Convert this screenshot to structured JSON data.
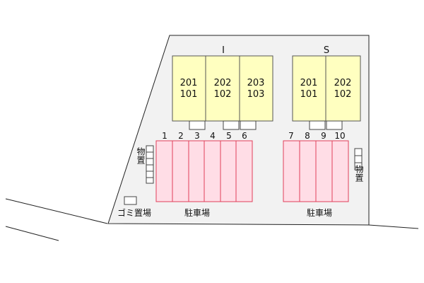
{
  "buildings": [
    {
      "name": "I",
      "units": [
        {
          "upper": "201",
          "lower": "101"
        },
        {
          "upper": "202",
          "lower": "102"
        },
        {
          "upper": "203",
          "lower": "103"
        }
      ]
    },
    {
      "name": "S",
      "units": [
        {
          "upper": "201",
          "lower": "101"
        },
        {
          "upper": "202",
          "lower": "102"
        }
      ]
    }
  ],
  "parking": {
    "left": {
      "label": "駐車場",
      "spaces": [
        "1",
        "2",
        "3",
        "4",
        "5",
        "6"
      ]
    },
    "right": {
      "label": "駐車場",
      "spaces": [
        "7",
        "8",
        "9",
        "10"
      ]
    }
  },
  "storage": {
    "left_label": "物置",
    "right_label": "物置"
  },
  "garbage_label": "ゴミ置場",
  "colors": {
    "building_fill": "#ffffc0",
    "parking_fill": "#ffdde6",
    "parking_stroke": "#e0405a",
    "site_fill": "#f2f2f2"
  }
}
